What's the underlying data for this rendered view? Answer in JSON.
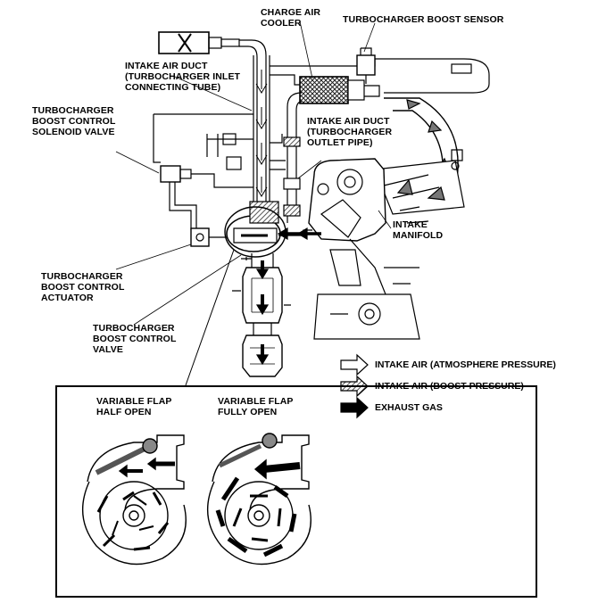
{
  "labels": {
    "charge_air_cooler": [
      "CHARGE AIR",
      "COOLER"
    ],
    "boost_sensor": [
      "TURBOCHARGER BOOST SENSOR"
    ],
    "inlet_duct": [
      "INTAKE AIR DUCT",
      "(TURBOCHARGER INLET",
      "CONNECTING TUBE)"
    ],
    "solenoid_valve": [
      "TURBOCHARGER",
      "BOOST CONTROL",
      "SOLENOID VALVE"
    ],
    "outlet_duct": [
      "INTAKE AIR DUCT",
      "(TURBOCHARGER",
      "OUTLET PIPE)"
    ],
    "intake_manifold": [
      "INTAKE",
      "MANIFOLD"
    ],
    "actuator": [
      "TURBOCHARGER",
      "BOOST CONTROL",
      "ACTUATOR"
    ],
    "control_valve": [
      "TURBOCHARGER",
      "BOOST CONTROL",
      "VALVE"
    ]
  },
  "legend": {
    "intake_atm": "INTAKE AIR (ATMOSPHERE PRESSURE)",
    "intake_boost": "INTAKE AIR (BOOST PRESSURE)",
    "exhaust": "EXHAUST GAS"
  },
  "inset": {
    "half_open": [
      "VARIABLE FLAP",
      "HALF OPEN"
    ],
    "fully_open": [
      "VARIABLE FLAP",
      "FULLY OPEN"
    ]
  }
}
